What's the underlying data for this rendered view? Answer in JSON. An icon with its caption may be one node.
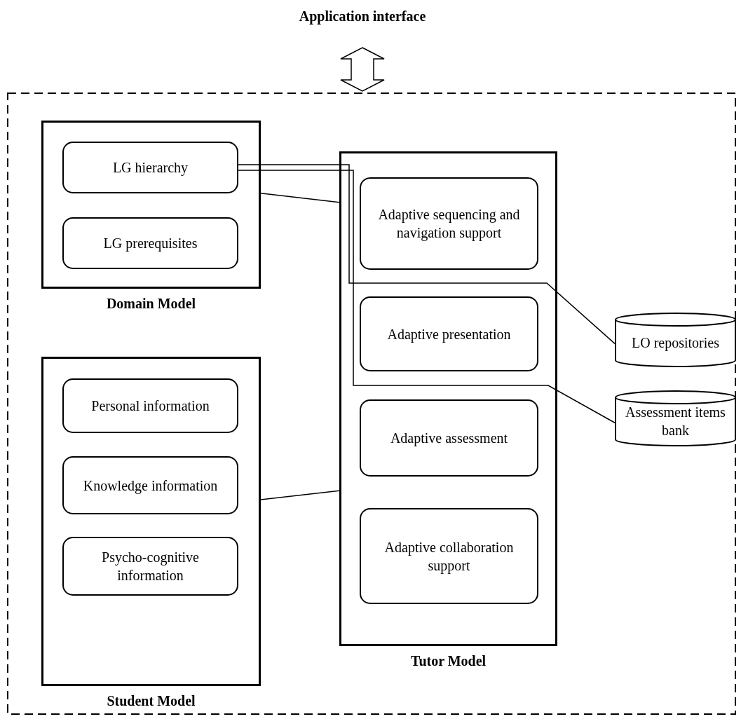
{
  "diagram": {
    "nodes": [
      {
        "text": [
          "Application interface"
        ]
      },
      {
        "text": [],
        "shape": "box"
      },
      {
        "text": [
          "Domain Model"
        ],
        "in": 1
      },
      {
        "text": [
          "LG hierarchy"
        ],
        "in": 2
      },
      {
        "text": [
          "LG prerequisites"
        ],
        "in": 2
      },
      {
        "text": [
          "Student Model"
        ],
        "in": 1
      },
      {
        "text": [
          "Personal information"
        ],
        "in": 5
      },
      {
        "text": [
          "Knowledge information"
        ],
        "in": 5
      },
      {
        "text": [
          "Psycho-cognitive information"
        ],
        "in": 5
      },
      {
        "text": [
          "Tutor Model"
        ],
        "in": 1
      },
      {
        "text": [
          "Adaptive sequencing and navigation support"
        ],
        "in": 9
      },
      {
        "text": [
          "Adaptive presentation"
        ],
        "in": 9
      },
      {
        "text": [
          "Adaptive assessment"
        ],
        "in": 9
      },
      {
        "text": [
          "Adaptive collaboration support"
        ],
        "in": 9
      },
      {
        "text": [
          "LO repositories"
        ],
        "in": 1
      },
      {
        "text": [
          "Assessment items bank"
        ],
        "in": 1
      }
    ],
    "edges": [
      {
        "from": 0,
        "to": 1,
        "arrow": "both"
      },
      {
        "from": 2,
        "to": 9,
        "arrow": "none"
      },
      {
        "from": 5,
        "to": 9,
        "arrow": "none"
      },
      {
        "from": 3,
        "to": 14,
        "arrow": "none"
      },
      {
        "from": 3,
        "to": 15,
        "arrow": "none"
      }
    ]
  }
}
